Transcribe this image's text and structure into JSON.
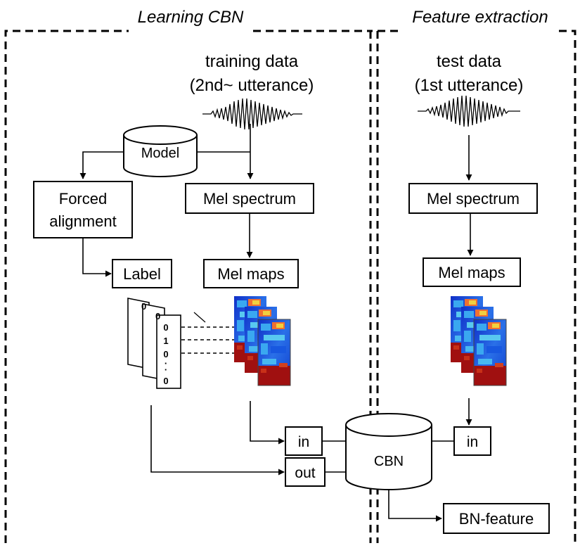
{
  "sections": {
    "learning": "Learning CBN",
    "extraction": "Feature extraction"
  },
  "training": {
    "title_line1": "training data",
    "title_line2": "(2nd~ utterance)",
    "model": "Model",
    "forced_alignment_line1": "Forced",
    "forced_alignment_line2": "alignment",
    "mel_spectrum": "Mel spectrum",
    "label": "Label",
    "mel_maps": "Mel maps",
    "label_digits": [
      "0",
      "1",
      "0",
      "·",
      "·",
      "0"
    ],
    "label_back_digit": "0"
  },
  "test": {
    "title_line1": "test data",
    "title_line2": "(1st utterance)",
    "mel_spectrum": "Mel spectrum",
    "mel_maps": "Mel maps"
  },
  "network": {
    "in_left": "in",
    "out": "out",
    "cbn": "CBN",
    "in_right": "in",
    "bn_feature": "BN-feature"
  },
  "colors": {
    "heatmap_blue": "#1030c8",
    "heatmap_cyan": "#3aa8f0",
    "heatmap_red": "#a01010",
    "heatmap_yellow": "#f0d040"
  }
}
